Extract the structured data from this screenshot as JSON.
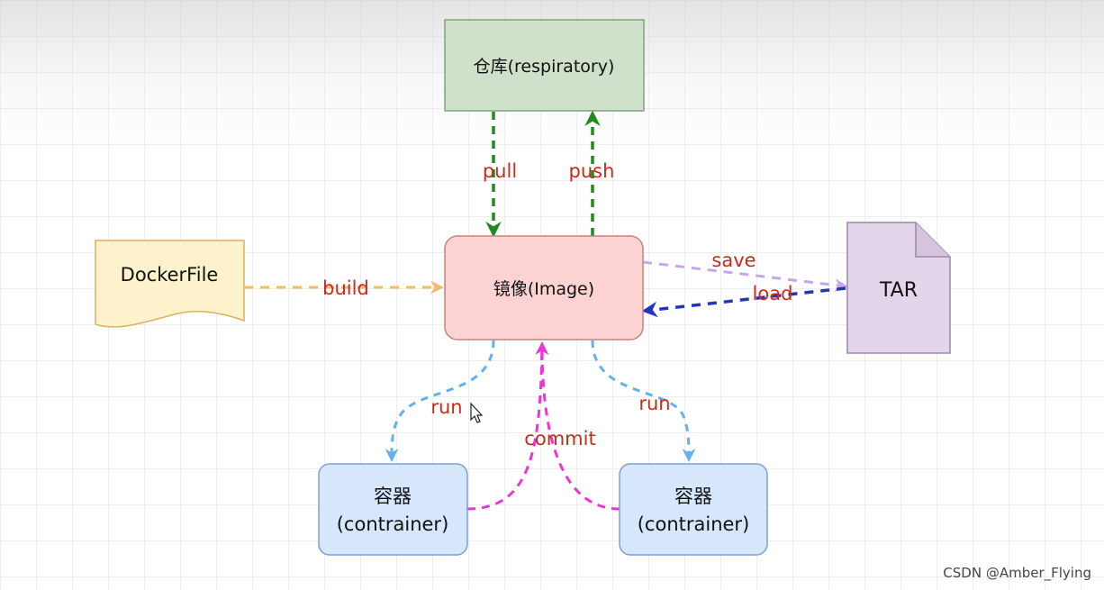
{
  "nodes": {
    "repository": "仓库(respiratory)",
    "image": "镜像(Image)",
    "dockerfile": "DockerFile",
    "tar": "TAR",
    "container_left": [
      "容器",
      "(contrainer)"
    ],
    "container_right": [
      "容器",
      "(contrainer)"
    ]
  },
  "edges": {
    "pull": "pull",
    "push": "push",
    "build": "build",
    "save": "save",
    "load": "load",
    "run_left": "run",
    "run_right": "run",
    "commit": "commit"
  },
  "colors": {
    "repository_fill": "#cfe0cb",
    "repository_stroke": "#7fa57a",
    "image_fill": "#fcd3d2",
    "image_stroke": "#c9807c",
    "dockerfile_fill": "#fdf2cb",
    "dockerfile_stroke": "#d9b25d",
    "tar_fill": "#e3d6ea",
    "tar_stroke": "#9d84ad",
    "container_fill": "#d6e6fb",
    "container_stroke": "#7f9fd0",
    "pull_push": "#1f8b1f",
    "build": "#f5b969",
    "save": "#c7a6ee",
    "load": "#2233cc",
    "run": "#66b0ea",
    "commit": "#ee33dd",
    "label_text": "#cc2a1a"
  },
  "watermark": "CSDN @Amber_Flying"
}
